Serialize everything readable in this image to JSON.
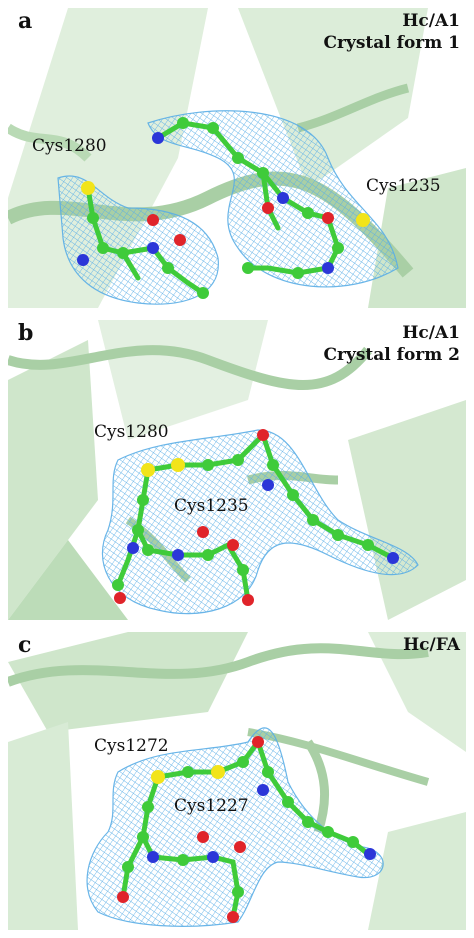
{
  "colors": {
    "ribbon": "#a9cfa5",
    "ribbon_light": "#d8ebd5",
    "mesh": "#5aaee6",
    "carbon": "#3fcb3a",
    "oxygen": "#e0242a",
    "nitrogen": "#2b36d8",
    "sulfur": "#f2e41a"
  },
  "panels": [
    {
      "letter": "a",
      "title_lines": [
        "Hc/A1",
        "Crystal form 1"
      ],
      "residues": [
        "Cys1280",
        "Cys1235"
      ]
    },
    {
      "letter": "b",
      "title_lines": [
        "Hc/A1",
        "Crystal form 2"
      ],
      "residues": [
        "Cys1280",
        "Cys1235"
      ]
    },
    {
      "letter": "c",
      "title_lines": [
        "Hc/FA"
      ],
      "residues": [
        "Cys1272",
        "Cys1227"
      ]
    }
  ]
}
